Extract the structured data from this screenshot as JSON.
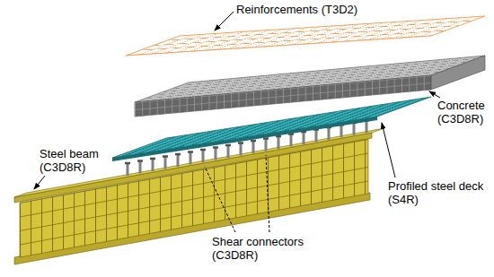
{
  "diagram": {
    "labels": [
      "Reinforcements (T3D2)",
      "Concrete (C3D8R)",
      "Steel beam (C3D8R)",
      "Profiled steel deck (S4R)",
      "Shear connectors (C3D8R)"
    ]
  }
}
